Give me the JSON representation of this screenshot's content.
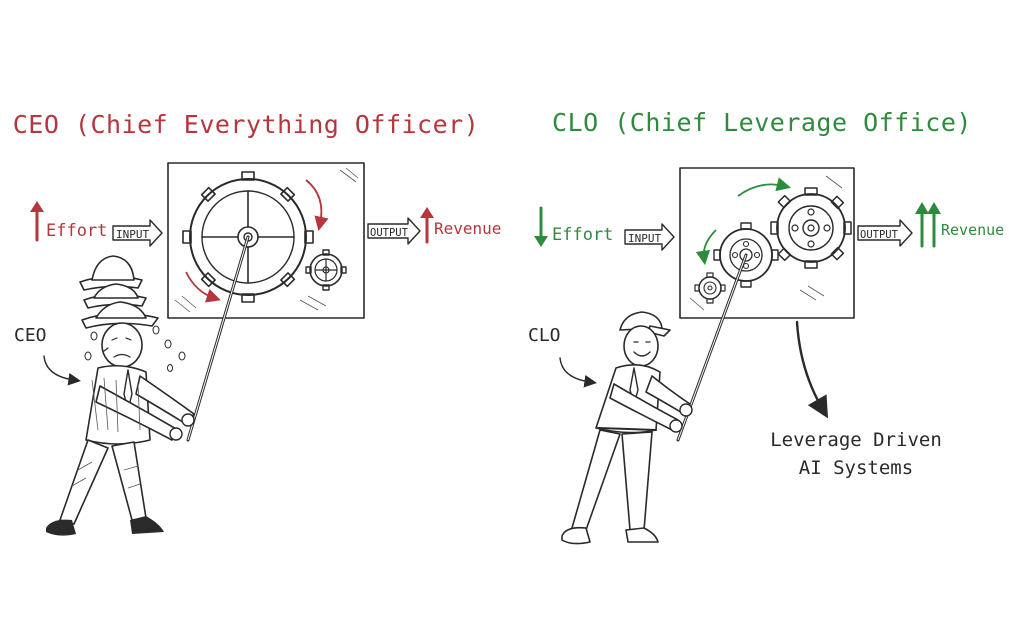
{
  "left": {
    "title": "CEO (Chief Everything Officer)",
    "effort_label": "Effort",
    "input_label": "INPUT",
    "output_label": "OUTPUT",
    "revenue_label": "Revenue",
    "person_label": "CEO"
  },
  "right": {
    "title": "CLO (Chief Leverage Office)",
    "effort_label": "Effort",
    "input_label": "INPUT",
    "output_label": "OUTPUT",
    "revenue_label": "Revenue",
    "person_label": "CLO",
    "callout_line1": "Leverage Driven",
    "callout_line2": "AI Systems"
  },
  "colors": {
    "ceo": "#b5373d",
    "clo": "#2e8b3e",
    "ink": "#2a2a2a"
  }
}
